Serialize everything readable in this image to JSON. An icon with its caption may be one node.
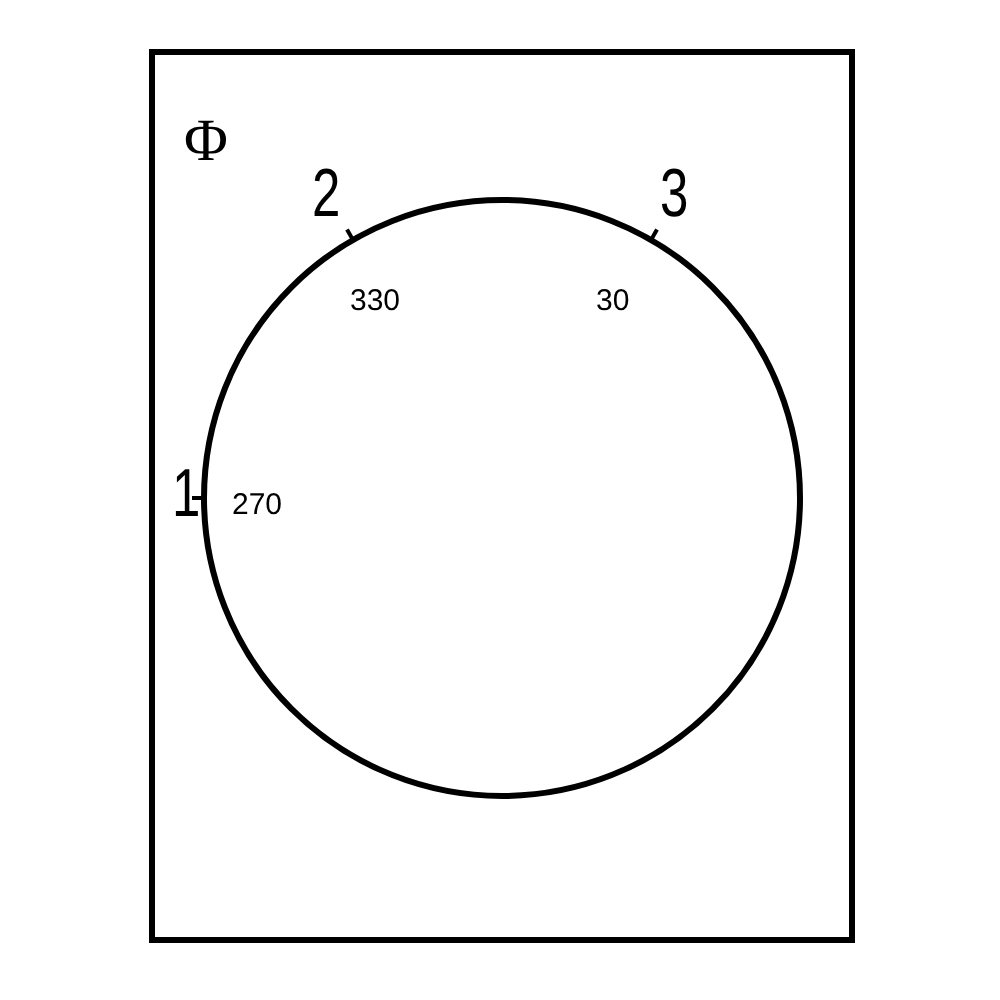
{
  "diagram": {
    "labels": [
      "Φ",
      "2",
      "3",
      "330",
      "30",
      "1",
      "270"
    ]
  }
}
